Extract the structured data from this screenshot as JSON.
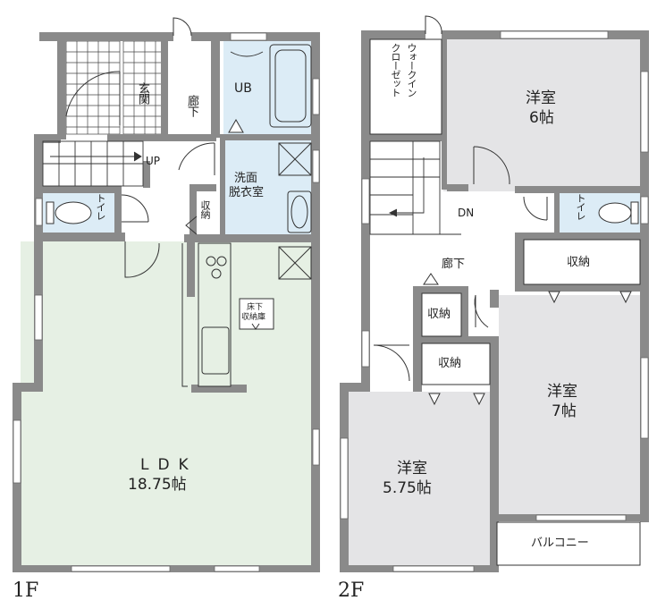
{
  "floor1": {
    "label": "1F",
    "genkan": "玄関",
    "rouka": "廊下",
    "ub": "UB",
    "up": "UP",
    "senmen": "洗面",
    "datsui": "脱衣室",
    "toilet": "トイレ",
    "shuno": "収納",
    "yukashita": "床下",
    "yukashita_shuno": "収納庫",
    "ldk": "LDK",
    "ldk_size": "18.75帖"
  },
  "floor2": {
    "label": "2F",
    "walkin_a": "ウォークイン",
    "walkin_b": "クローゼット",
    "room1": "洋室",
    "room1_size": "6帖",
    "dn": "DN",
    "toilet": "トイレ",
    "rouka": "廊下",
    "shuno1": "収納",
    "shuno2": "収納",
    "shuno3": "収納",
    "room2": "洋室",
    "room2_size": "7帖",
    "room3": "洋室",
    "room3_size": "5.75帖",
    "balcony": "バルコニー"
  },
  "colors": {
    "wall": "#8a8a8a",
    "ldk_floor": "#e6f0e4",
    "wet_floor": "#dcecf6",
    "room_floor": "#e4e4e6",
    "line": "#333333"
  }
}
